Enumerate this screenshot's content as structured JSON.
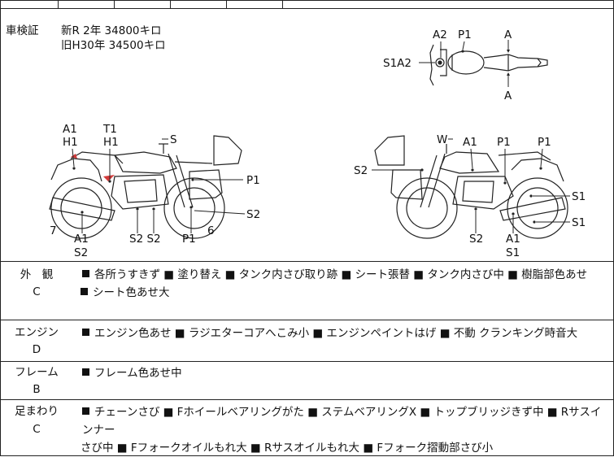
{
  "inspection": {
    "label": "車検証",
    "line1": "新R 2年 34800キロ",
    "line2": "旧H30年 34500キロ"
  },
  "top_view_labels": {
    "a2": "A2",
    "p1": "P1",
    "a_top": "A",
    "s1a2": "S1A2",
    "a_bottom": "A"
  },
  "left_view_labels": {
    "a1": "A1",
    "h1_a": "H1",
    "t1": "T1",
    "h1_b": "H1",
    "s_top": "S",
    "p1_right": "P1",
    "s2_right": "S2",
    "num7": "7",
    "a1_bottom": "A1",
    "s2_bottom": "S2",
    "s2s2": "S2 S2",
    "p1_bottom": "P1",
    "num6": "6"
  },
  "right_view_labels": {
    "w": "W",
    "a1": "A1",
    "p1_a": "P1",
    "p1_b": "P1",
    "s2_left": "S2",
    "s1_a": "S1",
    "s1_b": "S1",
    "s2_bottom": "S2",
    "a1_bottom": "A1",
    "s1_bottom": "S1"
  },
  "sections": [
    {
      "title": "外　観",
      "grade": "C",
      "items_line1": "各所うすきず ■ 塗り替え ■ タンク内さび取り跡 ■ シート張替 ■ タンク内さび中 ■ 樹脂部色あせ",
      "items_line2": "シート色あせ大"
    },
    {
      "title": "エンジン",
      "grade": "D",
      "items_line1": "エンジン色あせ ■ ラジエターコアへこみ小 ■ エンジンペイントはげ ■ 不動 クランキング時音大",
      "items_line2": ""
    },
    {
      "title": "フレーム",
      "grade": "B",
      "items_line1": "フレーム色あせ中",
      "items_line2": ""
    },
    {
      "title": "足まわり",
      "grade": "C",
      "items_line1": "チェーンさび ■ Fホイールベアリングがた ■ ステムベアリングX ■ トップブリッジきず中 ■ Rサスインナー",
      "items_line2": "さび中 ■ Fフォークオイルもれ大 ■ Rサスオイルもれ大 ■ Fフォーク摺動部さび小"
    }
  ],
  "colors": {
    "ink": "#111111",
    "mark_red": "#d23a3a",
    "line": "#222222"
  }
}
